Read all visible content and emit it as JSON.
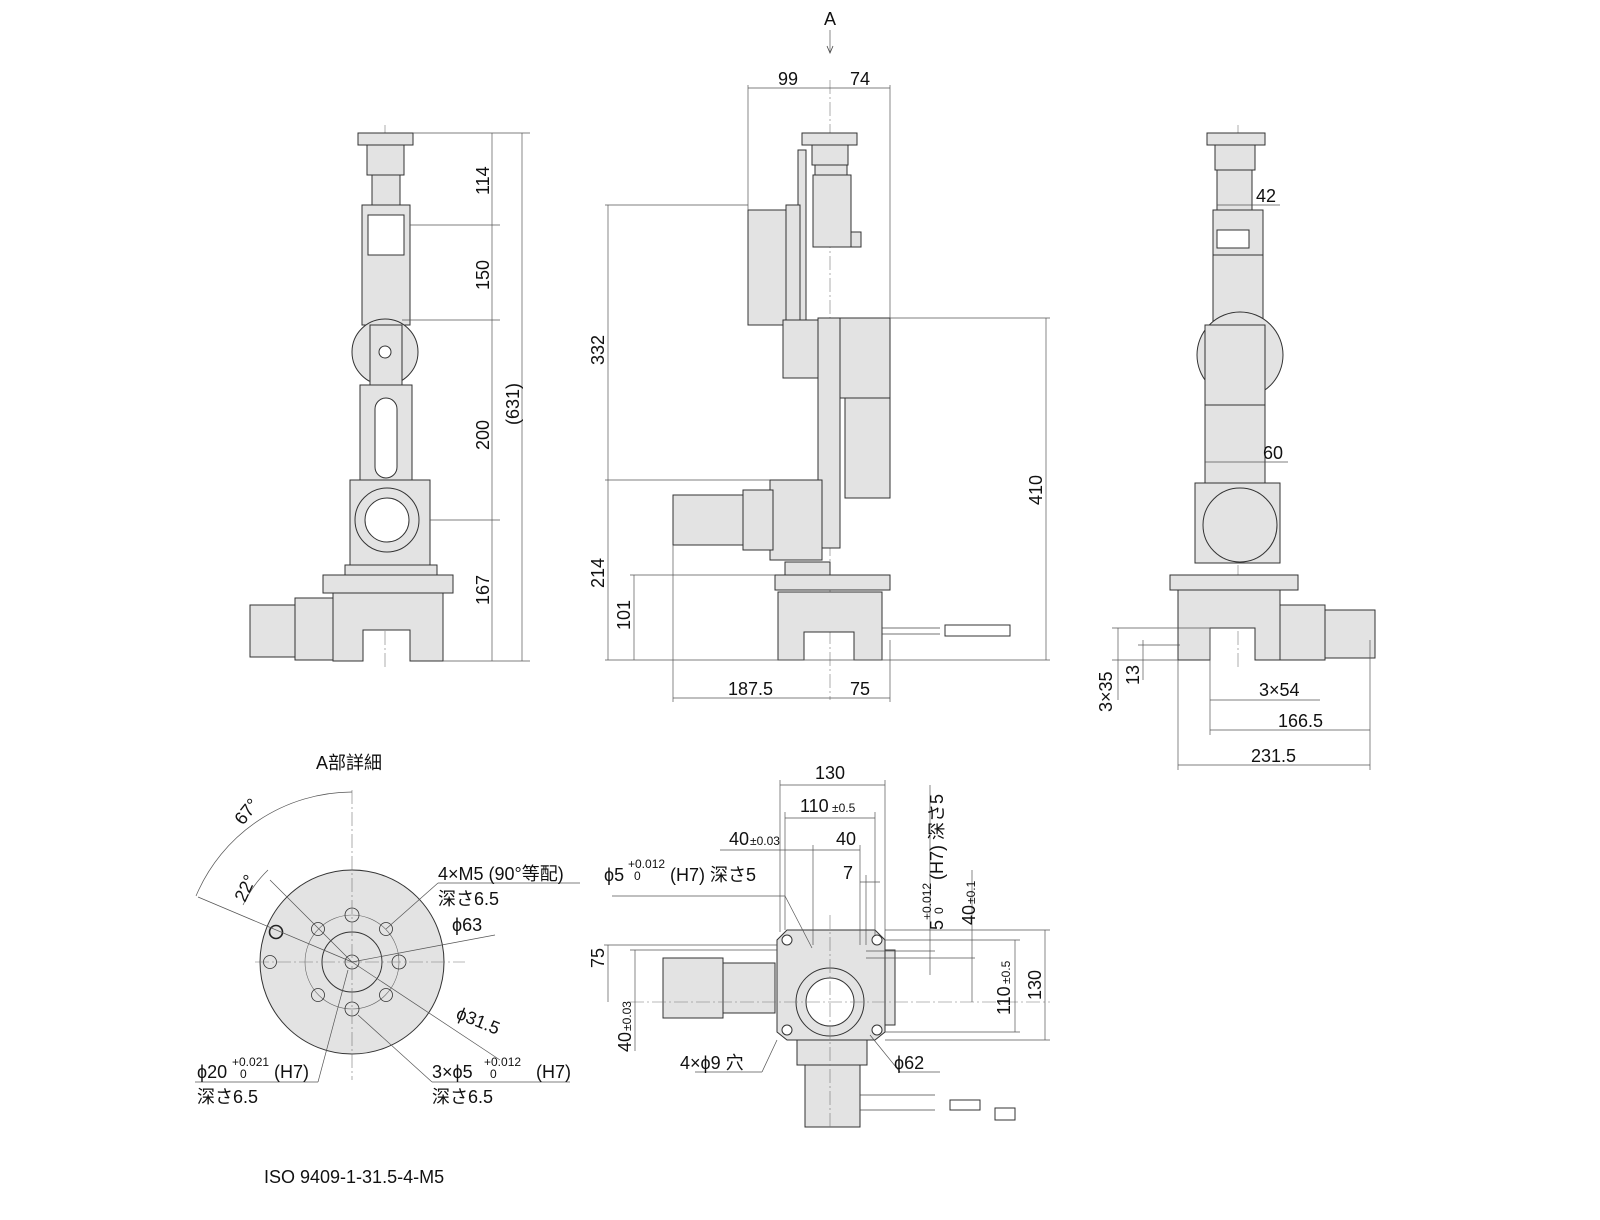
{
  "view_marker": "A",
  "front_view": {
    "dims": {
      "d114": "114",
      "d150": "150",
      "d200": "200",
      "d631": "(631)",
      "d167": "167"
    }
  },
  "side_view": {
    "dims": {
      "d99": "99",
      "d74": "74",
      "d332": "332",
      "d214": "214",
      "d101": "101",
      "d410": "410",
      "d187_5": "187.5",
      "d75": "75"
    }
  },
  "rear_view": {
    "dims": {
      "d42": "42",
      "d60": "60",
      "d3x35": "3×35",
      "d13": "13",
      "d3x54": "3×54",
      "d166_5": "166.5",
      "d231_5": "231.5"
    }
  },
  "detail_a": {
    "title": "A部詳細",
    "angle67": "67°",
    "angle22": "22°",
    "m5_label": "4×M5 (90°等配)",
    "m5_depth": "深さ6.5",
    "phi63": "ϕ63",
    "phi31_5": "ϕ31.5",
    "phi20_main": "ϕ20",
    "phi20_tol_upper": "+0.021",
    "phi20_tol_lower": "0",
    "phi20_fit": "(H7)",
    "phi20_depth": "深さ6.5",
    "pin_main": "3×ϕ5",
    "pin_tol_upper": "+0.012",
    "pin_tol_lower": "0",
    "pin_fit": "(H7)",
    "pin_depth": "深さ6.5",
    "iso": "ISO 9409-1-31.5-4-M5"
  },
  "top_view": {
    "d130": "130",
    "d110_main": "110",
    "d110_tol": "±0.5",
    "d40a_main": "40",
    "d40a_tol": "±0.03",
    "d40b": "40",
    "d7": "7",
    "pin_main": "ϕ5",
    "pin_tol_upper": "+0.012",
    "pin_tol_lower": "0",
    "pin_rest": "(H7) 深さ5",
    "slot_main": "5",
    "slot_tol_upper": "+0.012",
    "slot_tol_lower": "0",
    "slot_rest": "(H7) 深さ5",
    "d40v_main": "40",
    "d40v_tol": "±0.1",
    "d75": "75",
    "d40l_main": "40",
    "d40l_tol": "±0.03",
    "d110v_main": "110",
    "d110v_tol": "±0.5",
    "d130v": "130",
    "holes": "4×ϕ9 穴",
    "phi62": "ϕ62"
  }
}
